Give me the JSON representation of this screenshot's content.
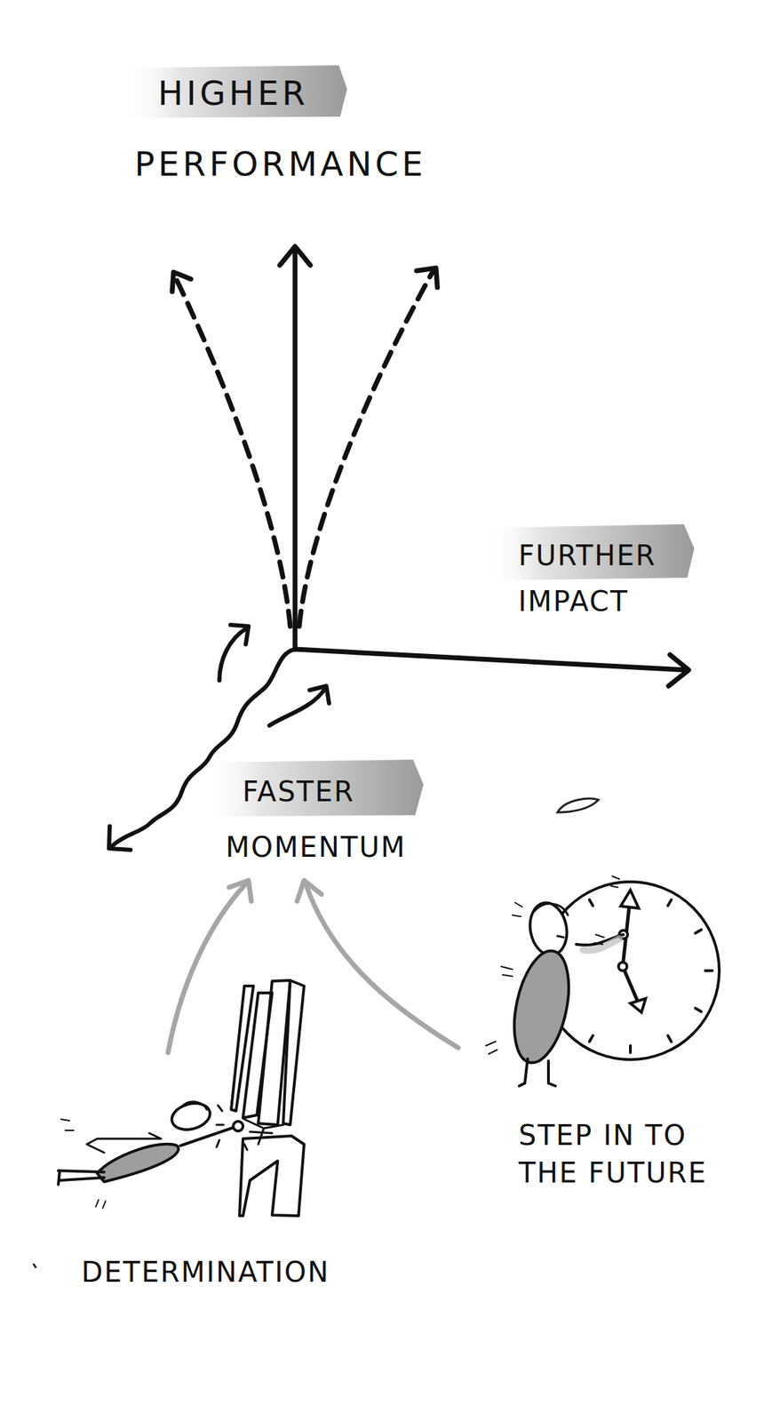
{
  "diagram": {
    "labels": [
      "HIGHER",
      "PERFORMANCE",
      "FURTHER",
      "IMPACT",
      "FASTER",
      "MOMENTUM",
      "DETERMINATION",
      "STEP IN TO THE FUTURE"
    ]
  }
}
